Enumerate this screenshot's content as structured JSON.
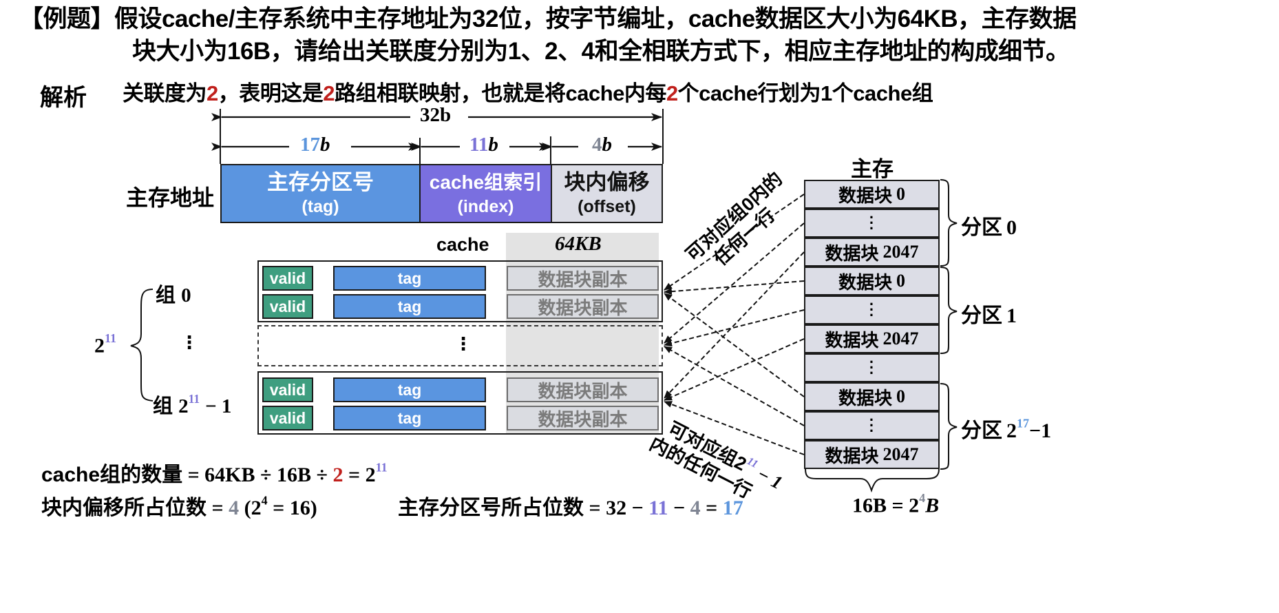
{
  "question": {
    "prefix": "【例题】",
    "line1": "假设cache/主存系统中主存地址为32位，按字节编址，cache数据区大小为64KB，主存数据",
    "line2": "块大小为16B，请给出关联度分别为1、2、4和全相联方式下，相应主存地址的构成细节。"
  },
  "analysis": {
    "label": "解析",
    "text_parts": [
      "关联度为",
      "2",
      "，表明这是",
      "2",
      "路组相联映射，也就是将cache内每",
      "2",
      "个cache行划为1个cache组"
    ]
  },
  "address": {
    "row_label": "主存地址",
    "total_bits_label": "32b",
    "fields": [
      {
        "name": "主存分区号",
        "sub": "(tag)",
        "bits_num": "17",
        "bits_unit": "b",
        "color": "#5b95e0"
      },
      {
        "name": "cache组索引",
        "sub": "(index)",
        "bits_num": "11",
        "bits_unit": "b",
        "color": "#7a6fe0"
      },
      {
        "name": "块内偏移",
        "sub": "(offset)",
        "bits_num": "4",
        "bits_unit": "b",
        "color": "#dcdde6"
      }
    ]
  },
  "cache": {
    "label": "cache",
    "size_label": "64KB",
    "valid_label": "valid",
    "tag_label": "tag",
    "copy_label": "数据块副本",
    "ellipsis": "⋮",
    "group_first": {
      "prefix": "组",
      "num": "0"
    },
    "group_last": {
      "prefix": "组",
      "base": "2",
      "exp": "11",
      "suffix": "− 1"
    },
    "group_count": {
      "base": "2",
      "exp": "11"
    }
  },
  "annotations": {
    "group0": [
      "可对应组0内的",
      "任何一行"
    ],
    "group_last_line1": "可对应组2",
    "group_last_exp": "11",
    "group_last_tail": " − 1",
    "group_last_line2": "内的任何一行"
  },
  "memory": {
    "title": "主存",
    "block_label": "数据块",
    "rows": [
      {
        "type": "block",
        "num": "0"
      },
      {
        "type": "dots"
      },
      {
        "type": "block",
        "num": "2047"
      },
      {
        "type": "block",
        "num": "0"
      },
      {
        "type": "dots"
      },
      {
        "type": "block",
        "num": "2047"
      },
      {
        "type": "dots"
      },
      {
        "type": "block",
        "num": "0"
      },
      {
        "type": "dots"
      },
      {
        "type": "block",
        "num": "2047"
      }
    ],
    "partitions": [
      {
        "label": "分区",
        "num": "0"
      },
      {
        "label": "分区",
        "num": "1"
      },
      {
        "label": "分区",
        "base": "2",
        "exp": "17",
        "tail": "−1"
      }
    ],
    "width_label": {
      "lhs": "16B",
      "eq": "=",
      "base": "2",
      "exp": "4",
      "unit": "B"
    }
  },
  "formulas": {
    "group_count": {
      "label": "cache组的数量",
      "expr1": " = 64KB ÷ 16B ÷ ",
      "assoc": "2",
      "expr2": " = 2",
      "exp": "11"
    },
    "offset_bits": {
      "label": "块内偏移所占位数",
      "eq": " = ",
      "val": "4",
      "paren": " (2",
      "exp": "4",
      "paren_tail": " = 16)"
    },
    "tag_bits": {
      "label": "主存分区号所占位数",
      "expr": " = 32 − ",
      "idx": "11",
      "minus": " − ",
      "off": "4",
      "eq": " = ",
      "result": "17"
    }
  },
  "colors": {
    "accent_red": "#c0201c",
    "tag_blue": "#5a95e0",
    "index_purple": "#7a6fe0",
    "valid_green": "#3f9e80",
    "offset_gray": "#dcdde6"
  }
}
